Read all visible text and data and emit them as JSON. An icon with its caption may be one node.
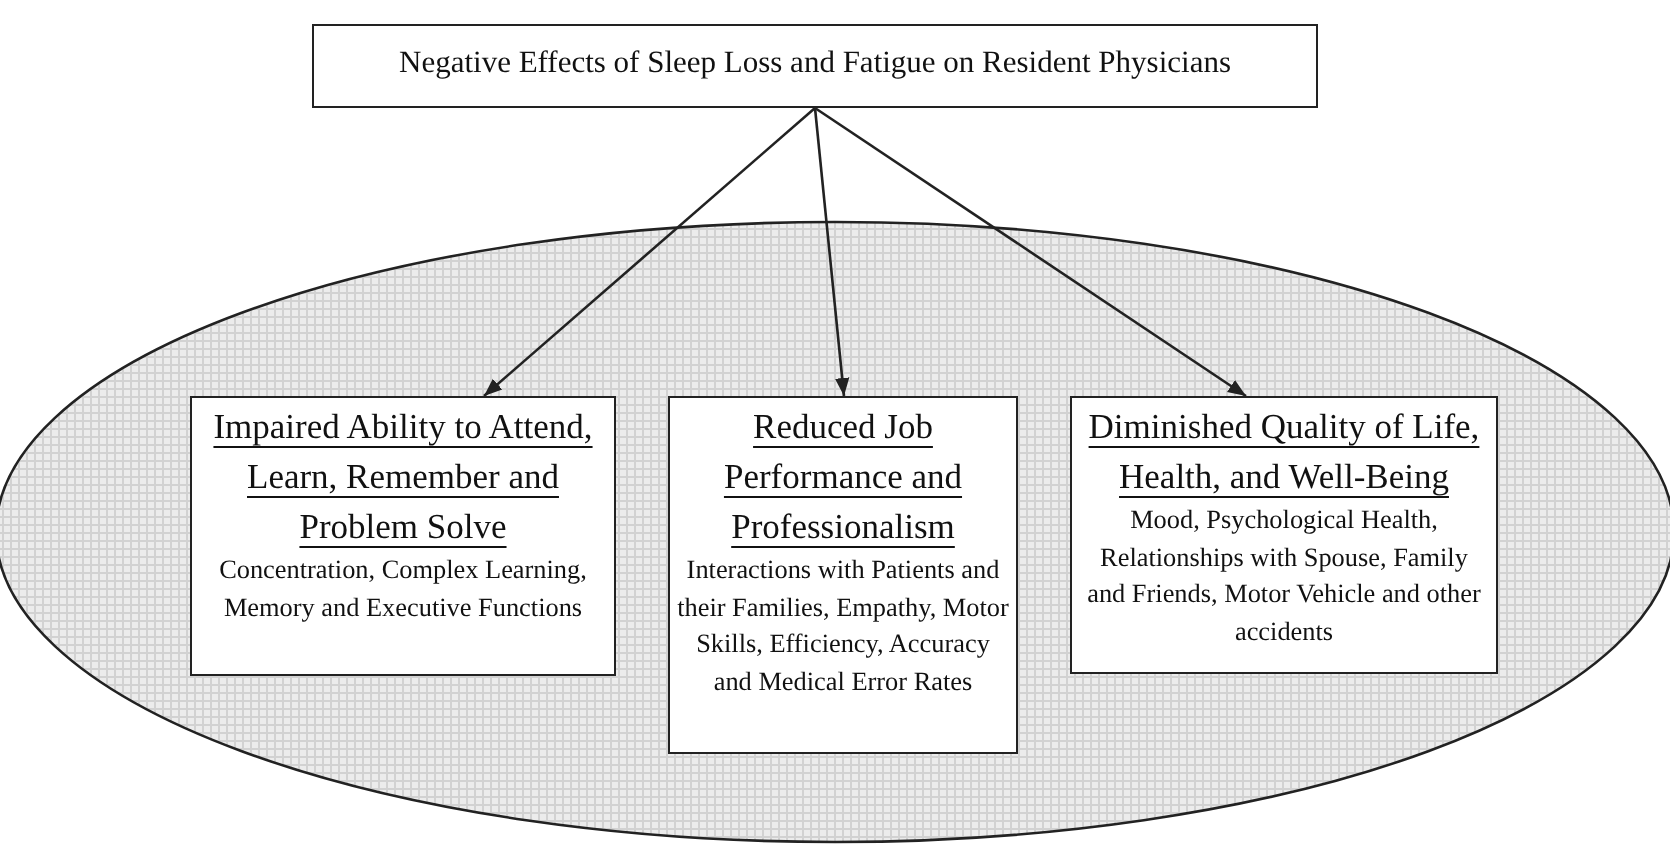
{
  "diagram": {
    "nodes": [
      {
        "text": [
          "Negative Effects of Sleep Loss and Fatigue on Resident Physicians"
        ]
      },
      {
        "text": [],
        "shape": "ellipse"
      },
      {
        "text": [
          "Impaired Ability to Attend, Learn, Remember and Problem Solve",
          "Concentration, Complex Learning, Memory and Executive Functions"
        ],
        "in": 1
      },
      {
        "text": [
          "Reduced Job Performance and Professionalism",
          "Interactions with Patients and their Families, Empathy, Motor Skills, Efficiency, Accuracy and Medical Error Rates"
        ],
        "in": 1
      },
      {
        "text": [
          "Diminished Quality of Life, Health, and Well-Being",
          "Mood, Psychological Health, Relationships with Spouse, Family and Friends, Motor Vehicle and other accidents"
        ],
        "in": 1
      }
    ],
    "edges": [
      {
        "from": 0,
        "to": 2,
        "arrow": "to"
      },
      {
        "from": 0,
        "to": 3,
        "arrow": "to"
      },
      {
        "from": 0,
        "to": 4,
        "arrow": "to"
      }
    ]
  }
}
